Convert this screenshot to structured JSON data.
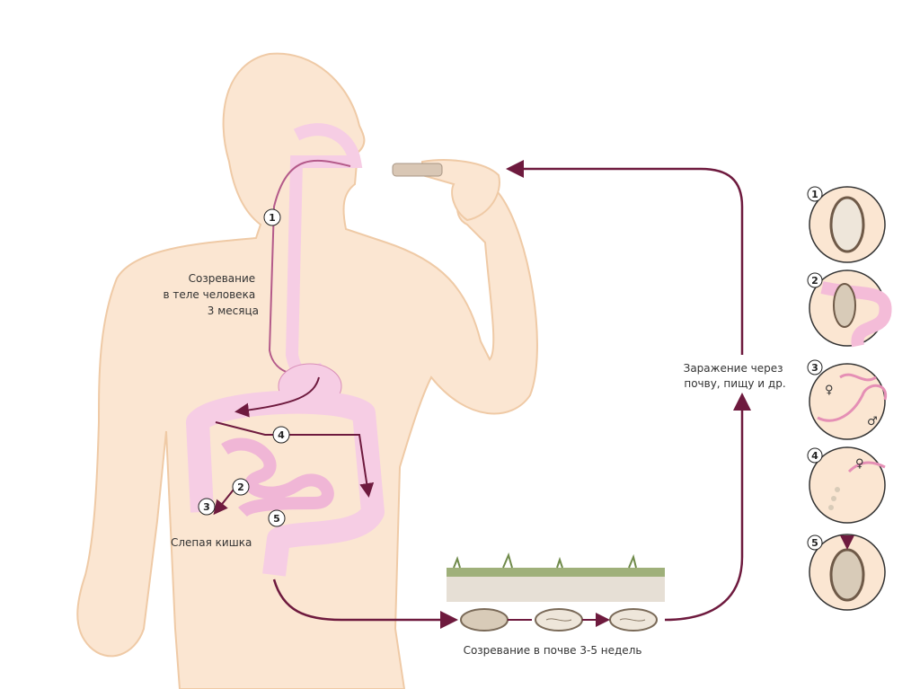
{
  "labels": {
    "maturation_body": [
      "Созревание",
      "в теле человека",
      "3 месяца"
    ],
    "infection": [
      "Заражение через",
      "почву, пищу и др."
    ],
    "cecum": "Слепая кишка",
    "soil": "Созревание в почве 3-5 недель"
  },
  "body_markers": [
    "1",
    "2",
    "3",
    "4",
    "5"
  ],
  "panels": [
    {
      "number": "1"
    },
    {
      "number": "2"
    },
    {
      "number": "3",
      "female": "♀",
      "male": "♂"
    },
    {
      "number": "4",
      "female": "♀"
    },
    {
      "number": "5"
    }
  ],
  "colors": {
    "skin": "#fbe6d2",
    "skin_outline": "#efcaa6",
    "gut": "#f6cde4",
    "gut_outline": "#d98fb8",
    "arrow": "#6e1a3e"
  }
}
